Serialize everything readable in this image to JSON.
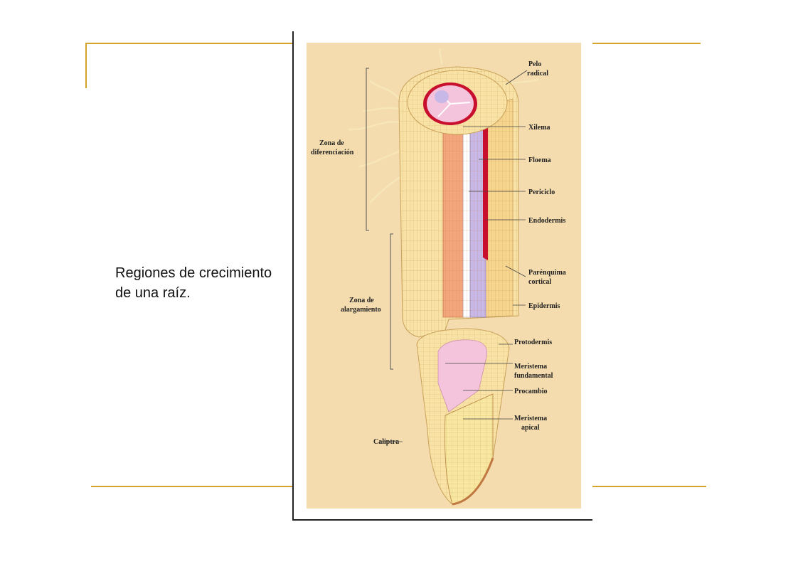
{
  "caption": "Regiones de crecimiento de una raíz.",
  "colors": {
    "accent_rule": "#d4a52a",
    "panel_bg": "#f4dcae",
    "epidermis": "#f8e2a6",
    "cortex": "#f6d58f",
    "endodermis": "#c8102e",
    "xylem": "#f3a57c",
    "phloem": "#c8b8e8",
    "procambium": "#f3c4dc",
    "root_cap": "#f7e7a0"
  },
  "labels": {
    "pelo_radical_1": "Pelo",
    "pelo_radical_2": "radical",
    "xilema": "Xilema",
    "floema": "Floema",
    "periciclo": "Periciclo",
    "endodermis": "Endodermis",
    "parenquima_1": "Parénquima",
    "parenquima_2": "cortical",
    "epidermis": "Epidermis",
    "protodermis": "Protodermis",
    "meristema_fund_1": "Meristema",
    "meristema_fund_2": "fundamental",
    "procambio": "Procambio",
    "meristema_apical_1": "Meristema",
    "meristema_apical_2": "apical",
    "caliptra": "Caliptra",
    "zona_dif_1": "Zona de",
    "zona_dif_2": "diferenciación",
    "zona_alarg_1": "Zona de",
    "zona_alarg_2": "alargamiento"
  }
}
